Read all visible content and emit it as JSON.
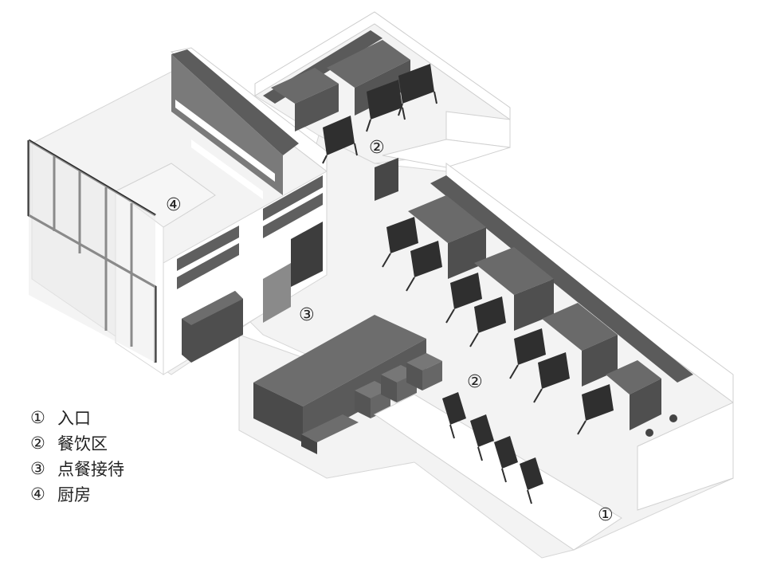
{
  "markers": {
    "entrance": "①",
    "dining": "②",
    "counter": "③",
    "kitchen": "④"
  },
  "legend": [
    {
      "num": "①",
      "label": "入口"
    },
    {
      "num": "②",
      "label": "餐饮区"
    },
    {
      "num": "③",
      "label": "点餐接待"
    },
    {
      "num": "④",
      "label": "厨房"
    }
  ]
}
